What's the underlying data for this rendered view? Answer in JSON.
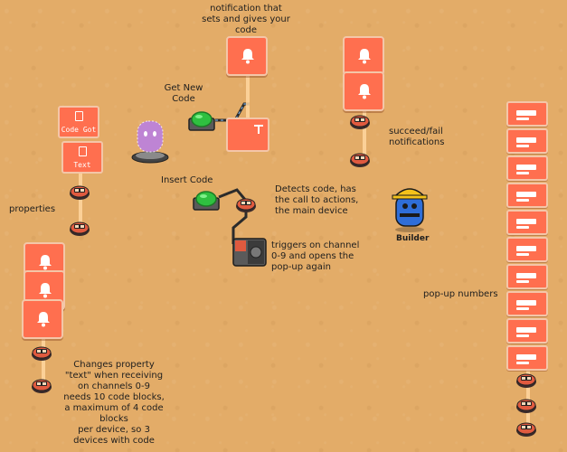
{
  "labels": {
    "notification": "notification that\nsets and gives your\ncode",
    "get_new_code": "Get New\nCode",
    "insert_code": "Insert Code",
    "detects": "Detects code, has\nthe call to actions,\nthe main device",
    "triggers": "triggers on channel\n0-9 and opens the\npop-up again",
    "succeed_fail": "succeed/fail\nnotifications",
    "properties": "properties",
    "popup_numbers": "pop-up numbers",
    "changes": "Changes property\n\"text\" when receiving\non channels 0-9\nneeds 10 code blocks,\na maximum of 4 code blocks\nper device, so 3\ndevices with code"
  },
  "property_cards": [
    "Code Got",
    "Text"
  ],
  "builder_name": "Builder",
  "colors": {
    "ground": "#e3ac68",
    "block": "#ff6f4f",
    "block_border": "#f4c6a8",
    "button": "#2fc040",
    "hologram": "#b77ce8"
  },
  "icons": {
    "bell": "bell-icon",
    "clipboard": "clipboard-icon",
    "popup": "popup-icon",
    "counter": "counter-icon"
  }
}
